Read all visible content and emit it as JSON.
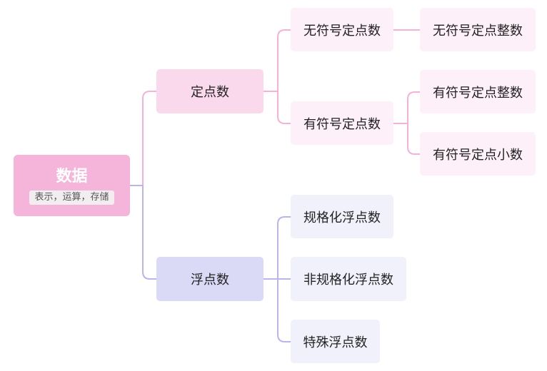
{
  "root": {
    "title": "数据",
    "subtitle": "表示，运算，存储"
  },
  "nodes": {
    "fixed": "定点数",
    "unsigned_fixed": "无符号定点数",
    "unsigned_fixed_int": "无符号定点整数",
    "signed_fixed": "有符号定点数",
    "signed_fixed_int": "有符号定点整数",
    "signed_fixed_frac": "有符号定点小数",
    "float": "浮点数",
    "normalized_float": "规格化浮点数",
    "denormalized_float": "非规格化浮点数",
    "special_float": "特殊浮点数"
  },
  "colors": {
    "pink_branch": "#f4b3d6",
    "blue_branch": "#b9b5ec",
    "root_fill": "#f5b5db"
  }
}
